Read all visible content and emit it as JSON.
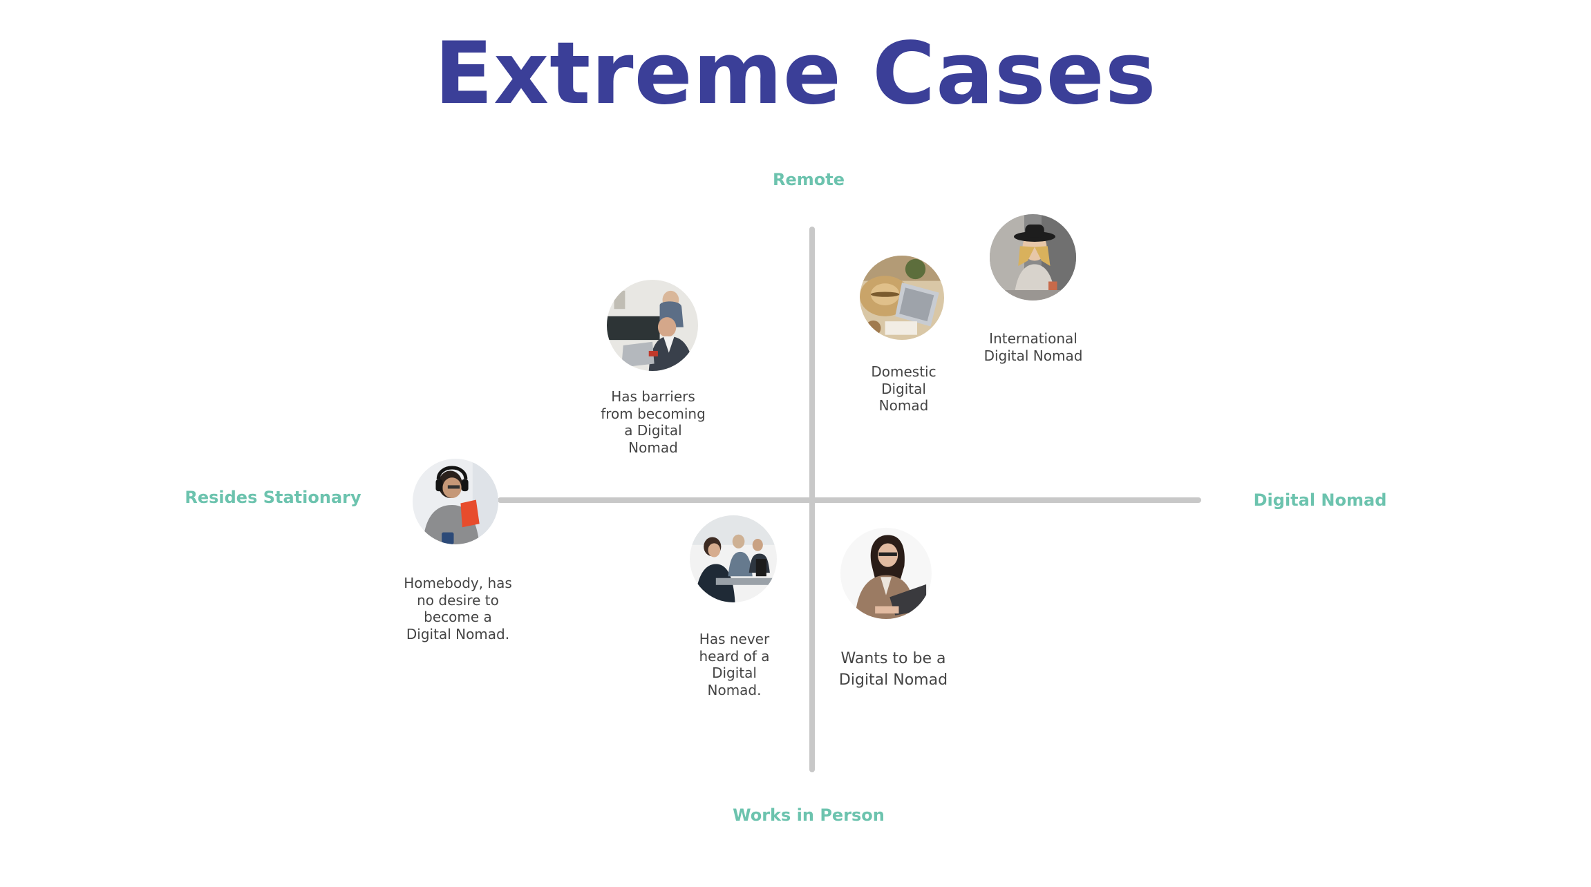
{
  "title": "Extreme Cases",
  "axes": {
    "top": "Remote",
    "bottom": "Works in Person",
    "left": "Resides Stationary",
    "right": "Digital Nomad"
  },
  "colors": {
    "title": "#3b3f98",
    "axis_label": "#6cc3ae",
    "axis_line": "#c8c8c8",
    "caption": "#444444"
  },
  "personas": [
    {
      "id": "international",
      "caption": "International\nDigital Nomad",
      "photo": "woman-in-hat-icon"
    },
    {
      "id": "domestic",
      "caption": "Domestic\nDigital\nNomad",
      "photo": "laptop-hat-icon"
    },
    {
      "id": "barriers",
      "caption": "Has barriers\nfrom becoming\na Digital\nNomad",
      "photo": "parent-with-child-icon"
    },
    {
      "id": "homebody",
      "caption": "Homebody, has\nno desire to\nbecome a\nDigital Nomad.",
      "photo": "person-with-headphones-icon"
    },
    {
      "id": "never-heard",
      "caption": "Has never\nheard of a\nDigital\nNomad.",
      "photo": "office-team-icon"
    },
    {
      "id": "wants",
      "caption": "Wants to be a\nDigital Nomad",
      "photo": "woman-at-laptop-icon"
    }
  ]
}
